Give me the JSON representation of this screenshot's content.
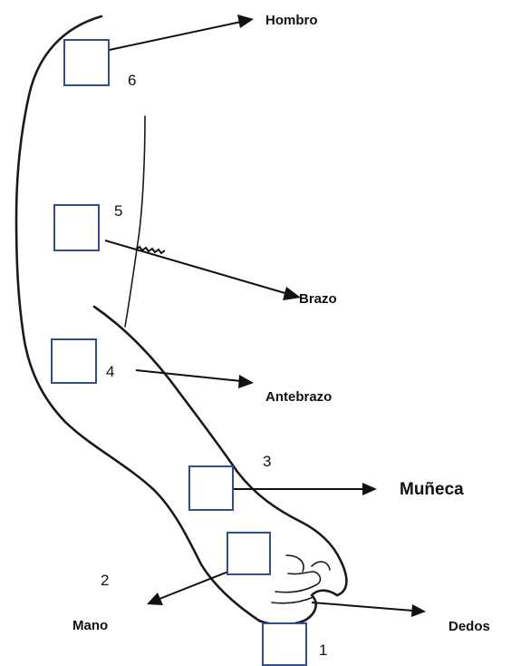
{
  "parts": [
    {
      "id": "hombro",
      "label": "Hombro",
      "number": "6"
    },
    {
      "id": "brazo",
      "label": "Brazo",
      "number": "5"
    },
    {
      "id": "antebrazo",
      "label": "Antebrazo",
      "number": "4"
    },
    {
      "id": "muneca",
      "label": "Muñeca",
      "number": "3"
    },
    {
      "id": "mano",
      "label": "Mano",
      "number": "2"
    },
    {
      "id": "dedos",
      "label": "Dedos",
      "number": "1"
    }
  ],
  "colors": {
    "box_border": "#2f4f8f",
    "line": "#111111"
  }
}
